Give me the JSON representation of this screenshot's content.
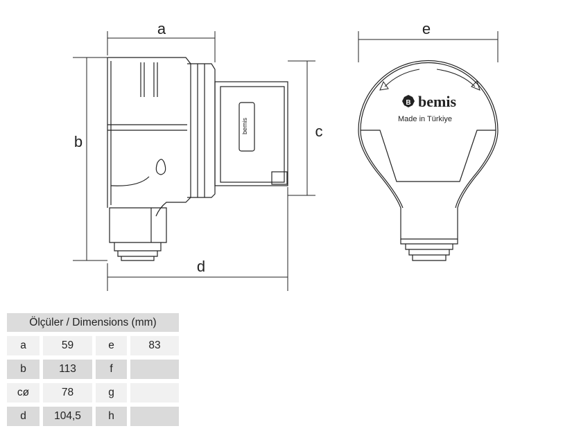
{
  "dimension_labels": {
    "a": "a",
    "b": "b",
    "c": "c",
    "d": "d",
    "e": "e"
  },
  "logo": {
    "brand": "bemis",
    "tagline": "Made in Türkiye"
  },
  "table": {
    "title": "Ölçüler / Dimensions (mm)",
    "rows": [
      {
        "k1": "a",
        "v1": "59",
        "k2": "e",
        "v2": "83"
      },
      {
        "k1": "b",
        "v1": "113",
        "k2": "f",
        "v2": ""
      },
      {
        "k1": "cø",
        "v1": "78",
        "k2": "g",
        "v2": ""
      },
      {
        "k1": "d",
        "v1": "104,5",
        "k2": "h",
        "v2": ""
      }
    ]
  }
}
